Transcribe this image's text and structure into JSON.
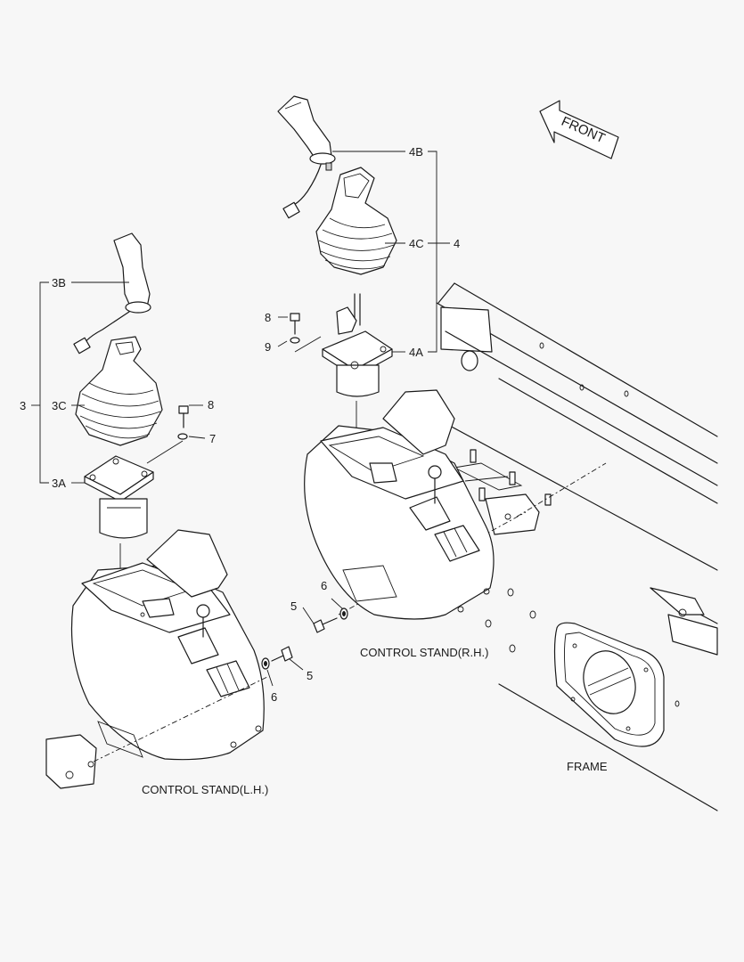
{
  "front_arrow": {
    "label": "FRONT"
  },
  "callouts": {
    "c4B": "4B",
    "c4C": "4C",
    "c4": "4",
    "c4A": "4A",
    "c8_rh": "8",
    "c9": "9",
    "c3B": "3B",
    "c3": "3",
    "c3C": "3C",
    "c3A": "3A",
    "c8_lh": "8",
    "c7": "7",
    "c6_rh": "6",
    "c5_rh": "5",
    "c6_lh": "6",
    "c5_lh": "5"
  },
  "captions": {
    "rh": "CONTROL STAND(R.H.)",
    "lh": "CONTROL STAND(L.H.)",
    "frame": "FRAME"
  }
}
